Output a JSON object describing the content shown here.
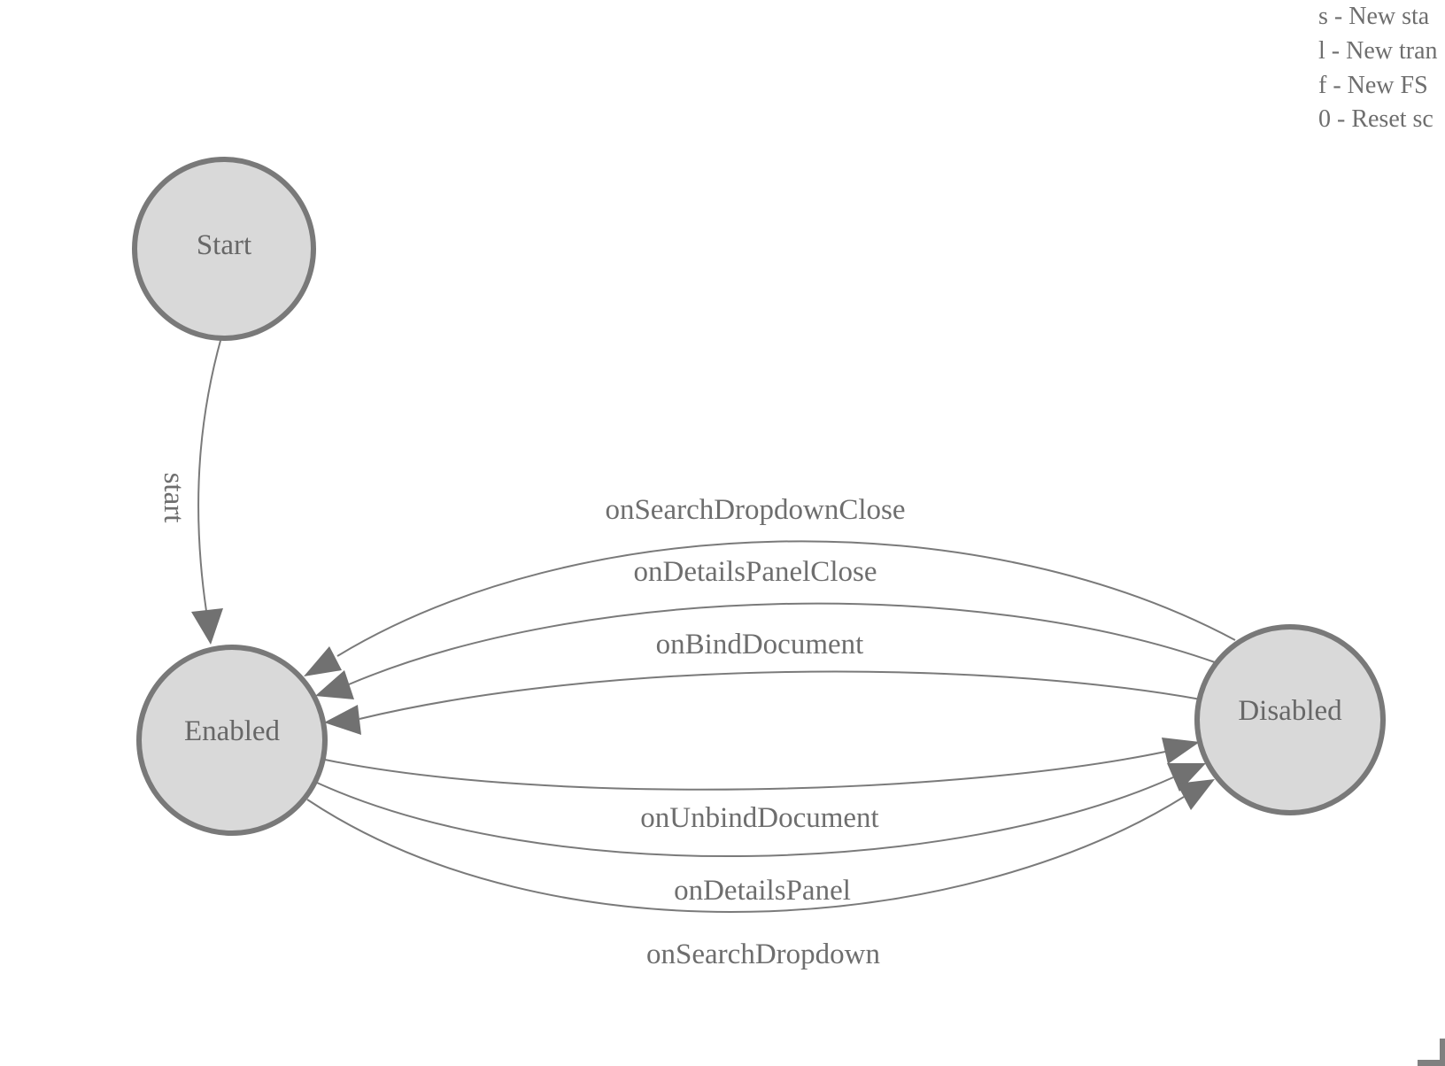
{
  "legend": {
    "items": [
      "s - New sta",
      "l - New tran",
      "f - New FS",
      "0 - Reset sc"
    ]
  },
  "states": [
    {
      "id": "start",
      "label": "Start"
    },
    {
      "id": "enabled",
      "label": "Enabled"
    },
    {
      "id": "disabled",
      "label": "Disabled"
    }
  ],
  "transitions": [
    {
      "label": "start",
      "from": "Start",
      "to": "Enabled"
    },
    {
      "label": "onSearchDropdownClose",
      "from": "Disabled",
      "to": "Enabled"
    },
    {
      "label": "onDetailsPanelClose",
      "from": "Disabled",
      "to": "Enabled"
    },
    {
      "label": "onBindDocument",
      "from": "Disabled",
      "to": "Enabled"
    },
    {
      "label": "onUnbindDocument",
      "from": "Enabled",
      "to": "Disabled"
    },
    {
      "label": "onDetailsPanel",
      "from": "Enabled",
      "to": "Disabled"
    },
    {
      "label": "onSearchDropdown",
      "from": "Enabled",
      "to": "Disabled"
    }
  ],
  "colors": {
    "node_fill": "#d9d9d9",
    "node_stroke": "#797979",
    "edge_stroke": "#7a7a7a",
    "arrowhead": "#717171",
    "text": "#6e6e6e",
    "background": "#ffffff"
  }
}
